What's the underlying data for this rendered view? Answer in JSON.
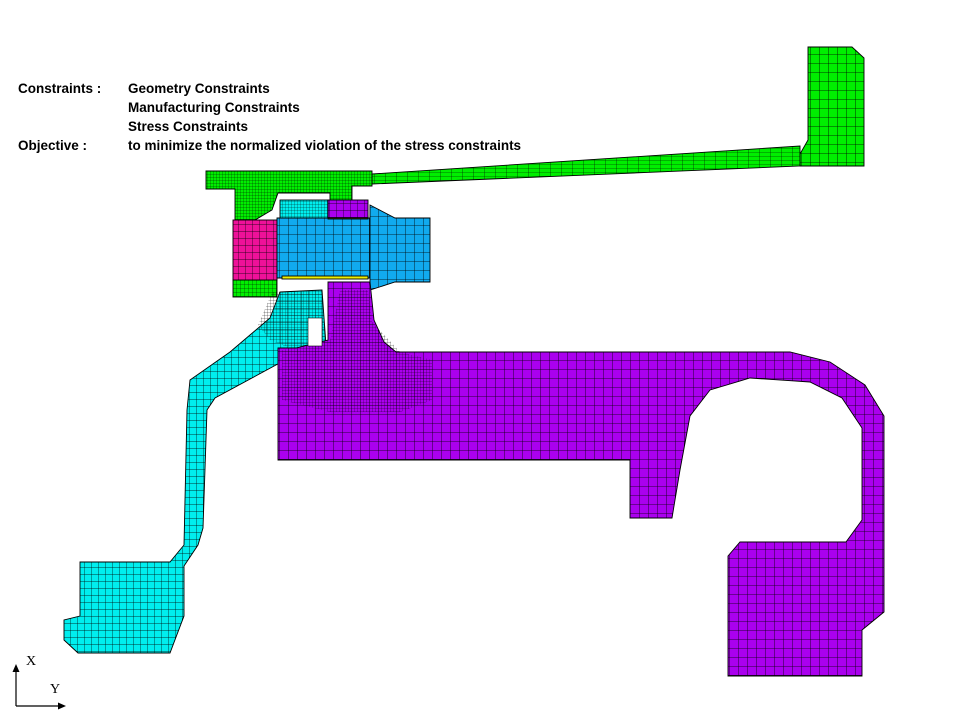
{
  "annotation": {
    "constraints_label": "Constraints :",
    "constraints": [
      "Geometry Constraints",
      "Manufacturing Constraints",
      "Stress Constraints"
    ],
    "objective_label": "Objective :",
    "objective": "to minimize the normalized violation of the stress constraints"
  },
  "axes": {
    "x_label": "X",
    "y_label": "Y"
  },
  "colors": {
    "casing": "#00ee00",
    "arm": "#00eeee",
    "disk": "#aa00ee",
    "insert_magenta": "#ee1199",
    "insert_blue": "#11aaee",
    "mesh_line": "#000000",
    "seal_yellow": "#eeee00"
  }
}
